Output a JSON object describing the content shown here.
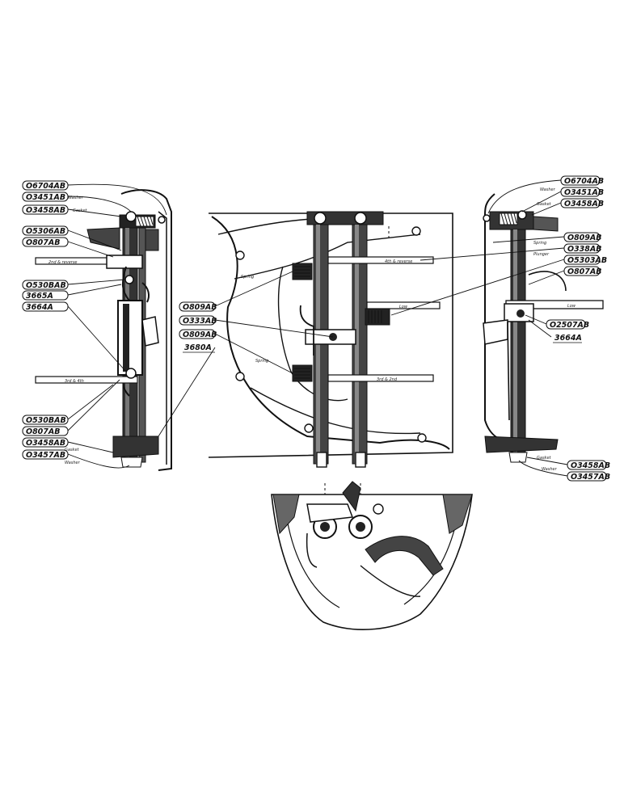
{
  "left_view": {
    "parts": [
      "O6704AB",
      "O3451AB",
      "O3458AB",
      "O5306AB",
      "O807AB",
      "O530BAB",
      "3665A",
      "3664A",
      "O530BAB",
      "O807AB",
      "O3458AB",
      "O3457AB"
    ],
    "notes": [
      "Washer",
      "Gasket",
      "2nd & reverse",
      "3rd & 4th",
      "Gasket",
      "Washer"
    ]
  },
  "center_view": {
    "parts": [
      "O809AB",
      "O333AB",
      "O809AB",
      "3680A"
    ],
    "notes": [
      "Spring",
      "4th & reverse",
      "Low",
      "Spring",
      "3rd & 2nd"
    ]
  },
  "right_view": {
    "parts": [
      "O6704AB",
      "O3451AB",
      "O3458AB",
      "O809AB",
      "O338AB",
      "O5303AB",
      "O807AB",
      "O2507AB",
      "3664A",
      "O3458AB",
      "O3457AB"
    ],
    "notes": [
      "Washer",
      "Gasket",
      "Spring",
      "Plunger",
      "Low",
      "Gasket",
      "Washer"
    ]
  }
}
